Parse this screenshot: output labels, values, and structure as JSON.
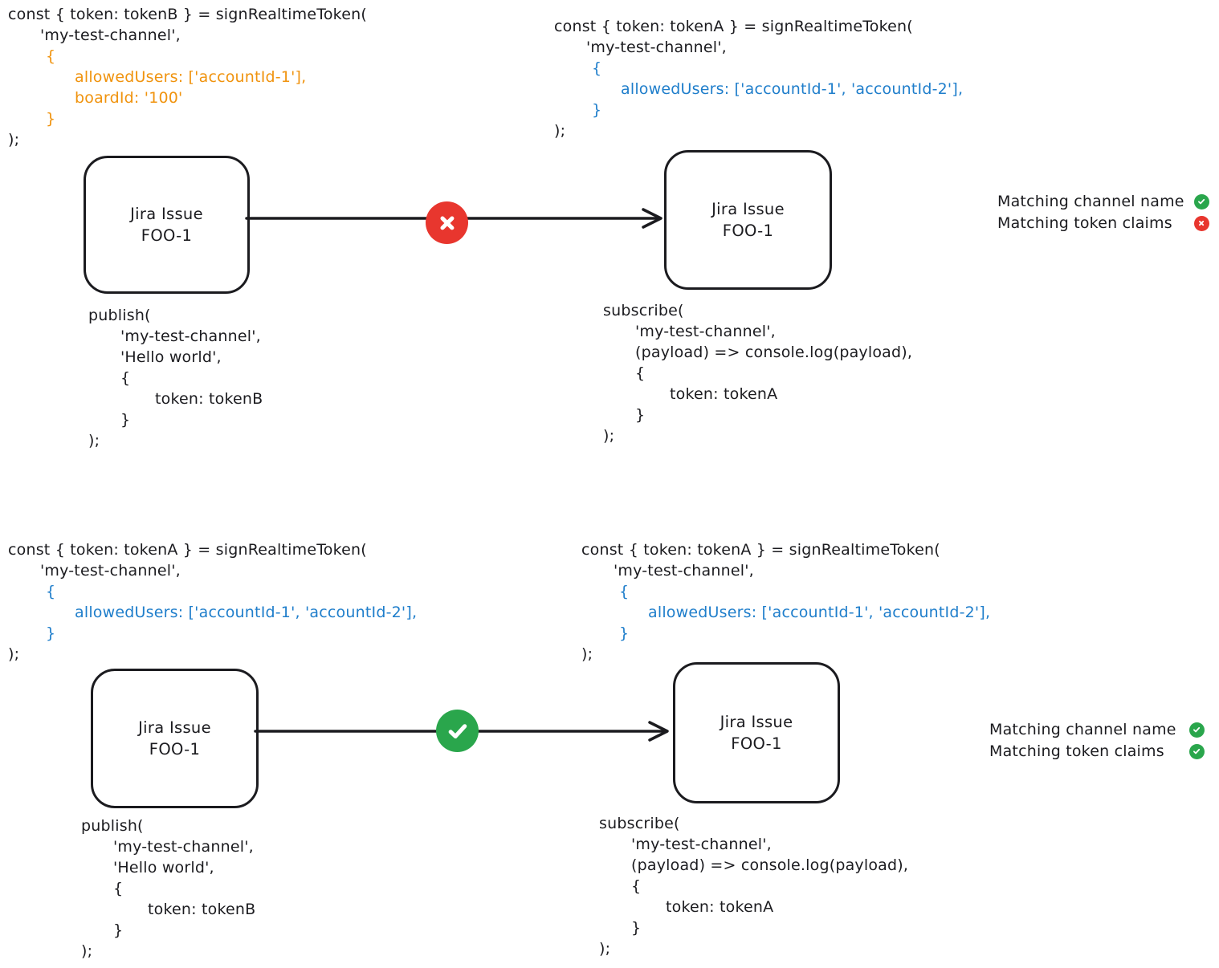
{
  "colors": {
    "ink": "#1b1b1f",
    "orange": "#f0930e",
    "blue": "#1f7ecb",
    "red": "#e8362e",
    "green": "#2aa64c"
  },
  "node_label": [
    "Jira Issue",
    "FOO-1"
  ],
  "scenarios": [
    {
      "name": "token-claims-mismatch",
      "arrow_status": "fail",
      "publisher_sign": [
        {
          "t": "const { token: tokenB } = signRealtimeToken(",
          "c": "ink",
          "i": 0
        },
        {
          "t": "'my-test-channel',",
          "c": "ink",
          "i": 1
        },
        {
          "t": "{",
          "c": "orange",
          "i": 2
        },
        {
          "t": "allowedUsers: ['accountId-1'],",
          "c": "orange",
          "i": 3
        },
        {
          "t": "boardId: '100'",
          "c": "orange",
          "i": 3
        },
        {
          "t": "}",
          "c": "orange",
          "i": 2
        },
        {
          "t": ");",
          "c": "ink",
          "i": 0
        }
      ],
      "subscriber_sign": [
        {
          "t": "const { token: tokenA } = signRealtimeToken(",
          "c": "ink",
          "i": 0
        },
        {
          "t": "'my-test-channel',",
          "c": "ink",
          "i": 1
        },
        {
          "t": "{",
          "c": "blue",
          "i": 2
        },
        {
          "t": "allowedUsers: ['accountId-1', 'accountId-2'],",
          "c": "blue",
          "i": 3
        },
        {
          "t": "}",
          "c": "blue",
          "i": 2
        },
        {
          "t": ");",
          "c": "ink",
          "i": 0
        }
      ],
      "publish_call": [
        {
          "t": "publish(",
          "c": "ink",
          "i": 0
        },
        {
          "t": "'my-test-channel',",
          "c": "ink",
          "i": 1
        },
        {
          "t": "'Hello world',",
          "c": "ink",
          "i": 1
        },
        {
          "t": "{",
          "c": "ink",
          "i": 1
        },
        {
          "t": "token: tokenB",
          "c": "ink",
          "i": 3
        },
        {
          "t": "}",
          "c": "ink",
          "i": 1
        },
        {
          "t": ");",
          "c": "ink",
          "i": 0
        }
      ],
      "subscribe_call": [
        {
          "t": "subscribe(",
          "c": "ink",
          "i": 0
        },
        {
          "t": "'my-test-channel',",
          "c": "ink",
          "i": 1
        },
        {
          "t": "(payload) => console.log(payload),",
          "c": "ink",
          "i": 1
        },
        {
          "t": "{",
          "c": "ink",
          "i": 1
        },
        {
          "t": "token: tokenA",
          "c": "ink",
          "i": 3
        },
        {
          "t": "}",
          "c": "ink",
          "i": 1
        },
        {
          "t": ");",
          "c": "ink",
          "i": 0
        }
      ],
      "legend": [
        {
          "label": "Matching channel name",
          "status": "pass"
        },
        {
          "label": "Matching token claims",
          "status": "fail"
        }
      ]
    },
    {
      "name": "token-claims-match",
      "arrow_status": "pass",
      "publisher_sign": [
        {
          "t": "const { token: tokenA } = signRealtimeToken(",
          "c": "ink",
          "i": 0
        },
        {
          "t": "'my-test-channel',",
          "c": "ink",
          "i": 1
        },
        {
          "t": "{",
          "c": "blue",
          "i": 2
        },
        {
          "t": "allowedUsers: ['accountId-1', 'accountId-2'],",
          "c": "blue",
          "i": 3
        },
        {
          "t": "}",
          "c": "blue",
          "i": 2
        },
        {
          "t": ");",
          "c": "ink",
          "i": 0
        }
      ],
      "subscriber_sign": [
        {
          "t": "const { token: tokenA } = signRealtimeToken(",
          "c": "ink",
          "i": 0
        },
        {
          "t": "'my-test-channel',",
          "c": "ink",
          "i": 1
        },
        {
          "t": "{",
          "c": "blue",
          "i": 2
        },
        {
          "t": "allowedUsers: ['accountId-1', 'accountId-2'],",
          "c": "blue",
          "i": 3
        },
        {
          "t": "}",
          "c": "blue",
          "i": 2
        },
        {
          "t": ");",
          "c": "ink",
          "i": 0
        }
      ],
      "publish_call": [
        {
          "t": "publish(",
          "c": "ink",
          "i": 0
        },
        {
          "t": "'my-test-channel',",
          "c": "ink",
          "i": 1
        },
        {
          "t": "'Hello world',",
          "c": "ink",
          "i": 1
        },
        {
          "t": "{",
          "c": "ink",
          "i": 1
        },
        {
          "t": "token: tokenB",
          "c": "ink",
          "i": 3
        },
        {
          "t": "}",
          "c": "ink",
          "i": 1
        },
        {
          "t": ");",
          "c": "ink",
          "i": 0
        }
      ],
      "subscribe_call": [
        {
          "t": "subscribe(",
          "c": "ink",
          "i": 0
        },
        {
          "t": "'my-test-channel',",
          "c": "ink",
          "i": 1
        },
        {
          "t": "(payload) => console.log(payload),",
          "c": "ink",
          "i": 1
        },
        {
          "t": "{",
          "c": "ink",
          "i": 1
        },
        {
          "t": "token: tokenA",
          "c": "ink",
          "i": 3
        },
        {
          "t": "}",
          "c": "ink",
          "i": 1
        },
        {
          "t": ");",
          "c": "ink",
          "i": 0
        }
      ],
      "legend": [
        {
          "label": "Matching channel name",
          "status": "pass"
        },
        {
          "label": "Matching token claims",
          "status": "pass"
        }
      ]
    }
  ]
}
